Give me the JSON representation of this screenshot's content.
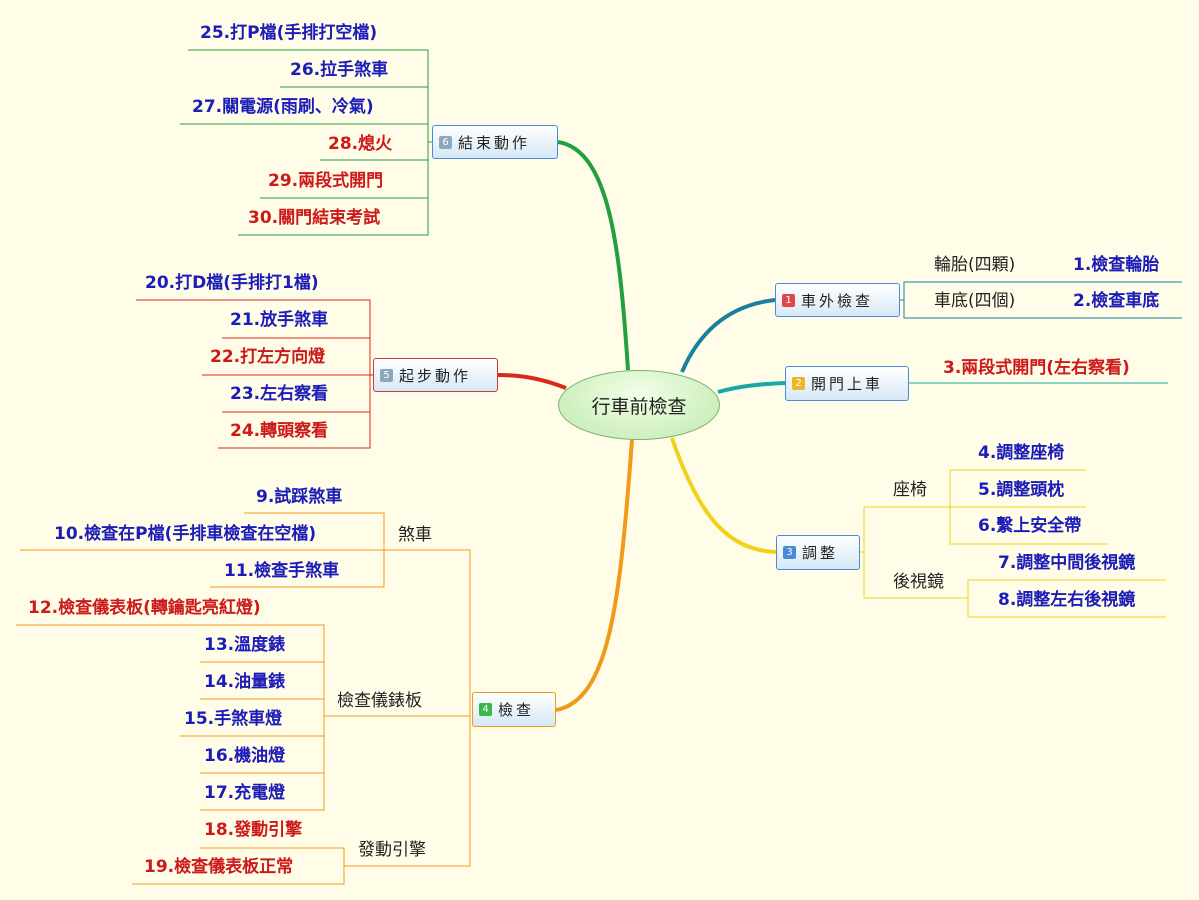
{
  "center": "行車前檢查",
  "branches": {
    "b1": {
      "num": "1",
      "title": "車外檢查"
    },
    "b2": {
      "num": "2",
      "title": "開門上車"
    },
    "b3": {
      "num": "3",
      "title": "調整"
    },
    "b4": {
      "num": "4",
      "title": "檢查"
    },
    "b5": {
      "num": "5",
      "title": "起步動作"
    },
    "b6": {
      "num": "6",
      "title": "結束動作"
    }
  },
  "sub": {
    "tires": "輪胎(四顆)",
    "chassis": "車底(四個)",
    "seat": "座椅",
    "mirror": "後視鏡",
    "brake": "煞車",
    "dashboard": "檢查儀錶板",
    "engine": "發動引擎"
  },
  "steps": {
    "s1": "1.檢查輪胎",
    "s2": "2.檢查車底",
    "s3": "3.兩段式開門(左右察看)",
    "s4": "4.調整座椅",
    "s5": "5.調整頭枕",
    "s6": "6.繫上安全帶",
    "s7": "7.調整中間後視鏡",
    "s8": "8.調整左右後視鏡",
    "s9": "9.試踩煞車",
    "s10": "10.檢查在P檔(手排車檢查在空檔)",
    "s11": "11.檢查手煞車",
    "s12": "12.檢查儀表板(轉鑰匙亮紅燈)",
    "s13": "13.溫度錶",
    "s14": "14.油量錶",
    "s15": "15.手煞車燈",
    "s16": "16.機油燈",
    "s17": "17.充電燈",
    "s18": "18.發動引擎",
    "s19": "19.檢查儀表板正常",
    "s20": "20.打D檔(手排打1檔)",
    "s21": "21.放手煞車",
    "s22": "22.打左方向燈",
    "s23": "23.左右察看",
    "s24": "24.轉頭察看",
    "s25": "25.打P檔(手排打空檔)",
    "s26": "26.拉手煞車",
    "s27": "27.關電源(雨刷、冷氣)",
    "s28": "28.熄火",
    "s29": "29.兩段式開門",
    "s30": "30.關門結束考試"
  },
  "colors": {
    "b1": "#1a7fa0",
    "b2": "#1aa8a0",
    "b3": "#f0d21a",
    "b4": "#f09a1a",
    "b5": "#d82a1a",
    "b6": "#22a040",
    "badge1": "#e04848",
    "badge2": "#f0b428",
    "badge3": "#4a8ad8",
    "badge4": "#38b848",
    "badge5": "#8aa8c0",
    "badge6": "#8aa8c0"
  }
}
